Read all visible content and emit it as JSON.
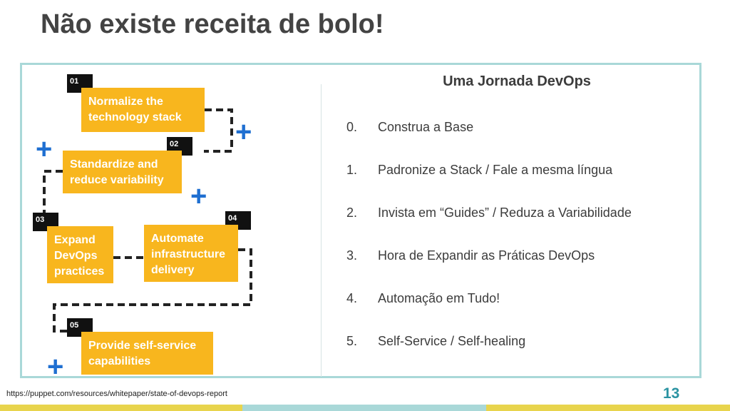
{
  "slide": {
    "title": "Não existe receita de bolo!",
    "page_number": "13",
    "source_url": "https://puppet.com/resources/whitepaper/state-of-devops-report"
  },
  "diagram": {
    "steps": [
      {
        "number": "01",
        "label": "Normalize the technology stack"
      },
      {
        "number": "02",
        "label": "Standardize and reduce variability"
      },
      {
        "number": "03",
        "label": "Expand DevOps practices"
      },
      {
        "number": "04",
        "label": "Automate infrastructure delivery"
      },
      {
        "number": "05",
        "label": "Provide self-service capabilities"
      }
    ],
    "plus_symbol": "+"
  },
  "journey": {
    "heading": "Uma Jornada DevOps",
    "items": [
      {
        "num": "0.",
        "text": "Construa a Base"
      },
      {
        "num": "1.",
        "text": "Padronize a Stack / Fale a mesma língua"
      },
      {
        "num": "2.",
        "text": "Invista em “Guides” / Reduza a Variabilidade"
      },
      {
        "num": "3.",
        "text": "Hora de Expandir as Práticas DevOps"
      },
      {
        "num": "4.",
        "text": "Automação em Tudo!"
      },
      {
        "num": "5.",
        "text": "Self-Service / Self-healing"
      }
    ]
  },
  "colors": {
    "step_fill": "#f8b61e",
    "step_number_fill": "#111111",
    "plus": "#1f6fd1",
    "panel_border": "#a9d8d8",
    "page_number": "#2a93a2",
    "footer_yellow": "#e8d44d",
    "footer_teal": "#a9d8d8"
  }
}
